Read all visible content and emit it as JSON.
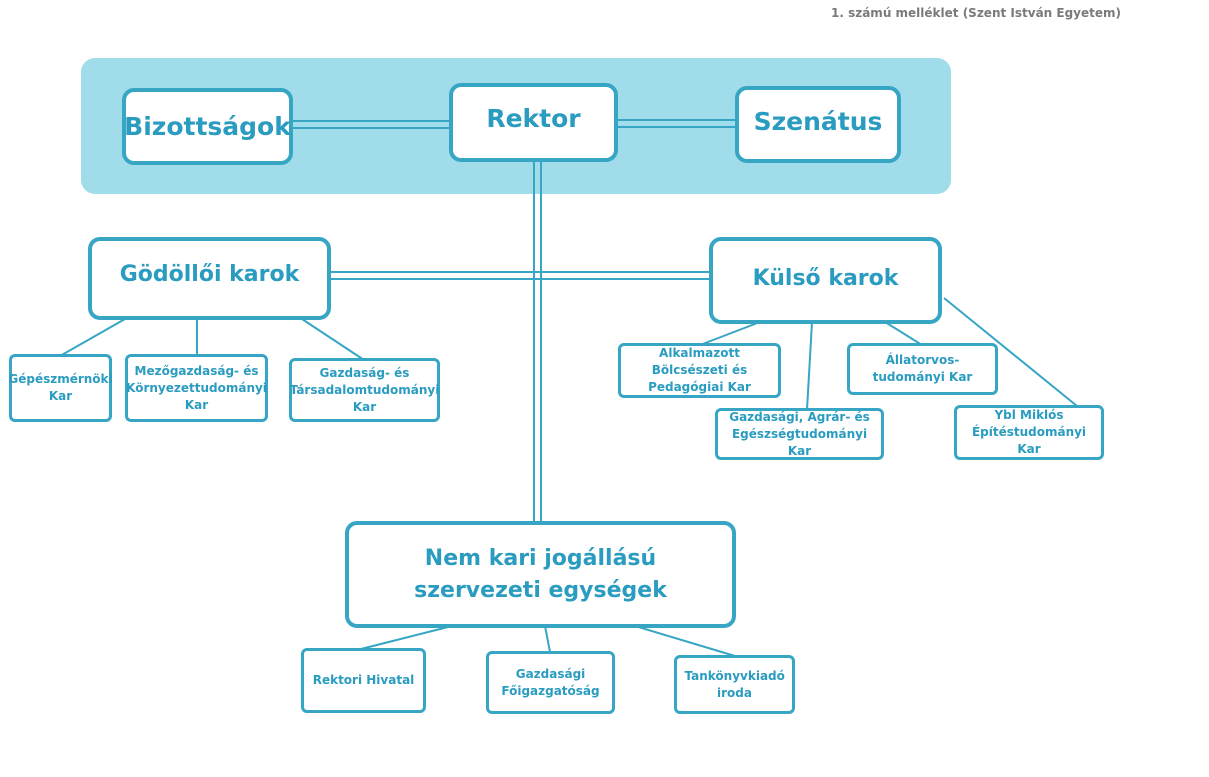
{
  "caption": "1. számú melléklet (Szent István Egyetem)",
  "colors": {
    "band": "#a0dcea",
    "border": "#36a6c4",
    "text": "#2a9cc0",
    "caption": "#7a7a7a"
  },
  "top": {
    "bizottsagok": "Bizottságok",
    "rektor": "Rektor",
    "szenatus": "Szenátus"
  },
  "godolloi": {
    "title": "Gödöllői karok",
    "faculties": [
      "Gépészmérnöki Kar",
      "Mezőgazdaság- és Környezettudományi Kar",
      "Gazdaság- és Társadalomtudományi Kar"
    ]
  },
  "kulso": {
    "title": "Külső karok",
    "faculties": [
      "Alkalmazott Bölcsészeti és Pedagógiai Kar",
      "Gazdasági, Agrár- és Egészségtudományi Kar",
      "Állatorvos-tudományi Kar",
      "Ybl Miklós Építéstudományi Kar"
    ]
  },
  "nemkari": {
    "title": "Nem kari jogállású szervezeti egységek",
    "units": [
      "Rektori Hivatal",
      "Gazdasági Főigazgatóság",
      "Tankönyvkiadó iroda"
    ]
  }
}
